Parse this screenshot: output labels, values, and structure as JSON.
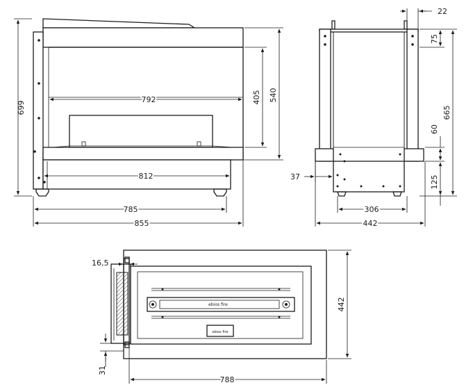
{
  "front_view": {
    "dim_height_total": "699",
    "dim_height_body": "540",
    "dim_height_opening": "405",
    "dim_opening_width": "792",
    "dim_inner_width": "812",
    "dim_base_width": "785",
    "dim_total_width": "855"
  },
  "side_view": {
    "dim_top_wall": "22",
    "dim_top_height": "75",
    "dim_body_height": "665",
    "dim_mid_height": "60",
    "dim_base_height": "125",
    "dim_foot_offset": "37",
    "dim_inner_width": "306",
    "dim_total_width": "442"
  },
  "top_view": {
    "dim_flange": "16,5",
    "dim_depth": "442",
    "dim_front_offset": "31",
    "dim_width": "788",
    "logo_text": "ebios fire",
    "logo_text_small": "ebios fire"
  }
}
